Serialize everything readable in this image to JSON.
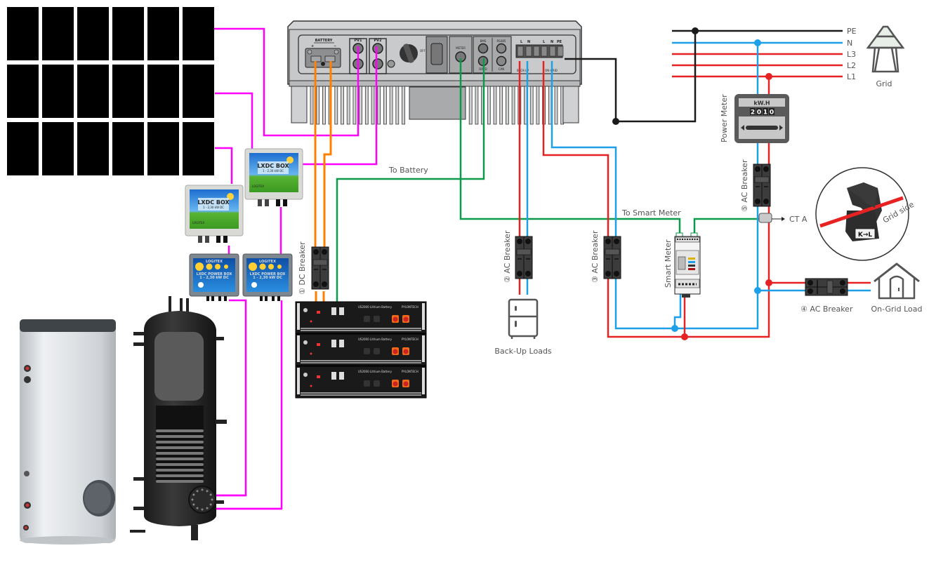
{
  "colors": {
    "pv_wire": "#ff00ff",
    "battery_wire": "#ff8000",
    "comm_wire": "#0b9a48",
    "line_wire": "#e62222",
    "neutral_wire": "#1ea0e8",
    "pe_wire": "#1a1a1a",
    "label_text": "#555555"
  },
  "grid": {
    "label": "Grid",
    "bus_labels": [
      "PE",
      "N",
      "L3",
      "L2",
      "L1"
    ]
  },
  "power_meter": {
    "label": "Power Meter",
    "unit": "kW.H",
    "reading": [
      "2",
      "0",
      "1",
      "0"
    ]
  },
  "inverter": {
    "battery_port": "BATTERY",
    "battery_plus": "+",
    "battery_minus": "−",
    "pv1": "PV1",
    "pv2": "PV2",
    "off": "OFF",
    "meter_port": "METER",
    "bms_port": "BMS",
    "rs485_port": "RS485",
    "dred_port": "DRED",
    "can_port": "CAN",
    "terminal_labels": [
      "L",
      "N",
      "L",
      "N",
      "PE"
    ],
    "backup_label": "BACK-UP",
    "ongrid_label": "ON-GRID"
  },
  "labels": {
    "to_battery": "To Battery",
    "to_smart_meter": "To Smart Meter",
    "dc_breaker": "① DC Breaker",
    "ac_breaker_2": "② AC Breaker",
    "ac_breaker_3": "③ AC Breaker",
    "ac_breaker_4": "④ AC Breaker",
    "ac_breaker_5": "⑤ AC Breaker",
    "smart_meter": "Smart Meter",
    "ct": "CT A",
    "backup_loads": "Back-Up Loads",
    "ongrid_load": "On-Grid Load",
    "ct_grid_side": "Grid side",
    "ct_direction": "K→L"
  },
  "lxdc_boxes": [
    {
      "title": "LXDC BOX",
      "subtitle": "1 - 2,30 kW DC",
      "brand": "LOGITEX"
    },
    {
      "title": "LXDC BOX",
      "subtitle": "1 - 2,30 kW DC",
      "brand": "LOGITEX"
    }
  ],
  "power_boxes": [
    {
      "title": "LXDC POWER BOX",
      "subtitle": "1 - 2,30 kW DC",
      "brand": "LOGITEX"
    },
    {
      "title": "LXDC POWER BOX",
      "subtitle": "1 - 2,30 kW DC",
      "brand": "LOGITEX"
    }
  ],
  "batteries": [
    {
      "model": "US2000",
      "type": "Lithium Battery",
      "brand": "PYLONTECH"
    },
    {
      "model": "US2000",
      "type": "Lithium Battery",
      "brand": "PYLONTECH"
    },
    {
      "model": "US2000",
      "type": "Lithium Battery",
      "brand": "PYLONTECH"
    }
  ],
  "solar_array": {
    "rows": 3,
    "columns": 6
  }
}
